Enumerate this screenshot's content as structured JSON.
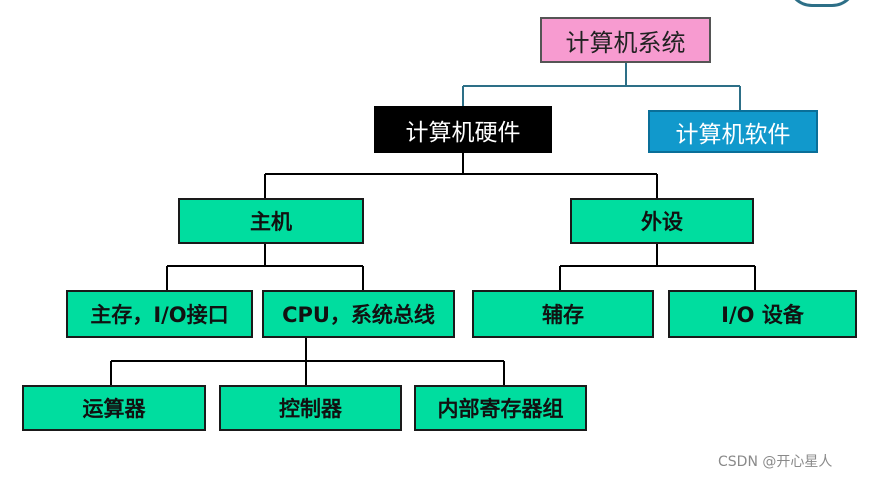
{
  "nodes": {
    "system": "计算机系统",
    "hardware": "计算机硬件",
    "software": "计算机软件",
    "host": "主机",
    "peripheral": "外设",
    "mainmem_io": "主存，I/O接口",
    "cpu_bus": "CPU，系统总线",
    "aux_storage": "辅存",
    "io_devices": "I/O 设备",
    "alu": "运算器",
    "controller": "控制器",
    "registers": "内部寄存器组"
  },
  "watermark": "CSDN @开心星人",
  "colors": {
    "green": "#00dd9f",
    "pink": "#f79bd0",
    "black": "#000000",
    "blue": "#1199cc",
    "line_top": "#2d6f87",
    "line": "#000000"
  }
}
